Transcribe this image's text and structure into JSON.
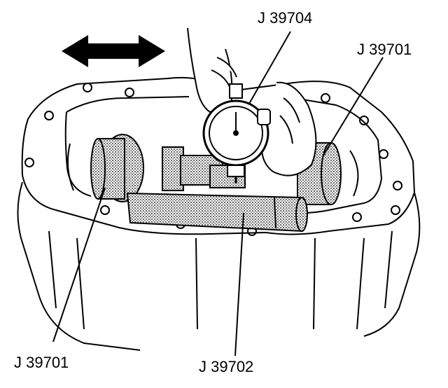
{
  "callouts": {
    "dial_indicator": "J 39704",
    "right_plate": "J 39701",
    "left_plate": "J 39701",
    "gauge_bar": "J 39702"
  },
  "colors": {
    "line": "#000000",
    "background": "#ffffff",
    "stipple": "#9a9a9a",
    "dial_face": "#ffffff"
  },
  "icons": {
    "motion_arrow": "double-headed-arrow"
  }
}
